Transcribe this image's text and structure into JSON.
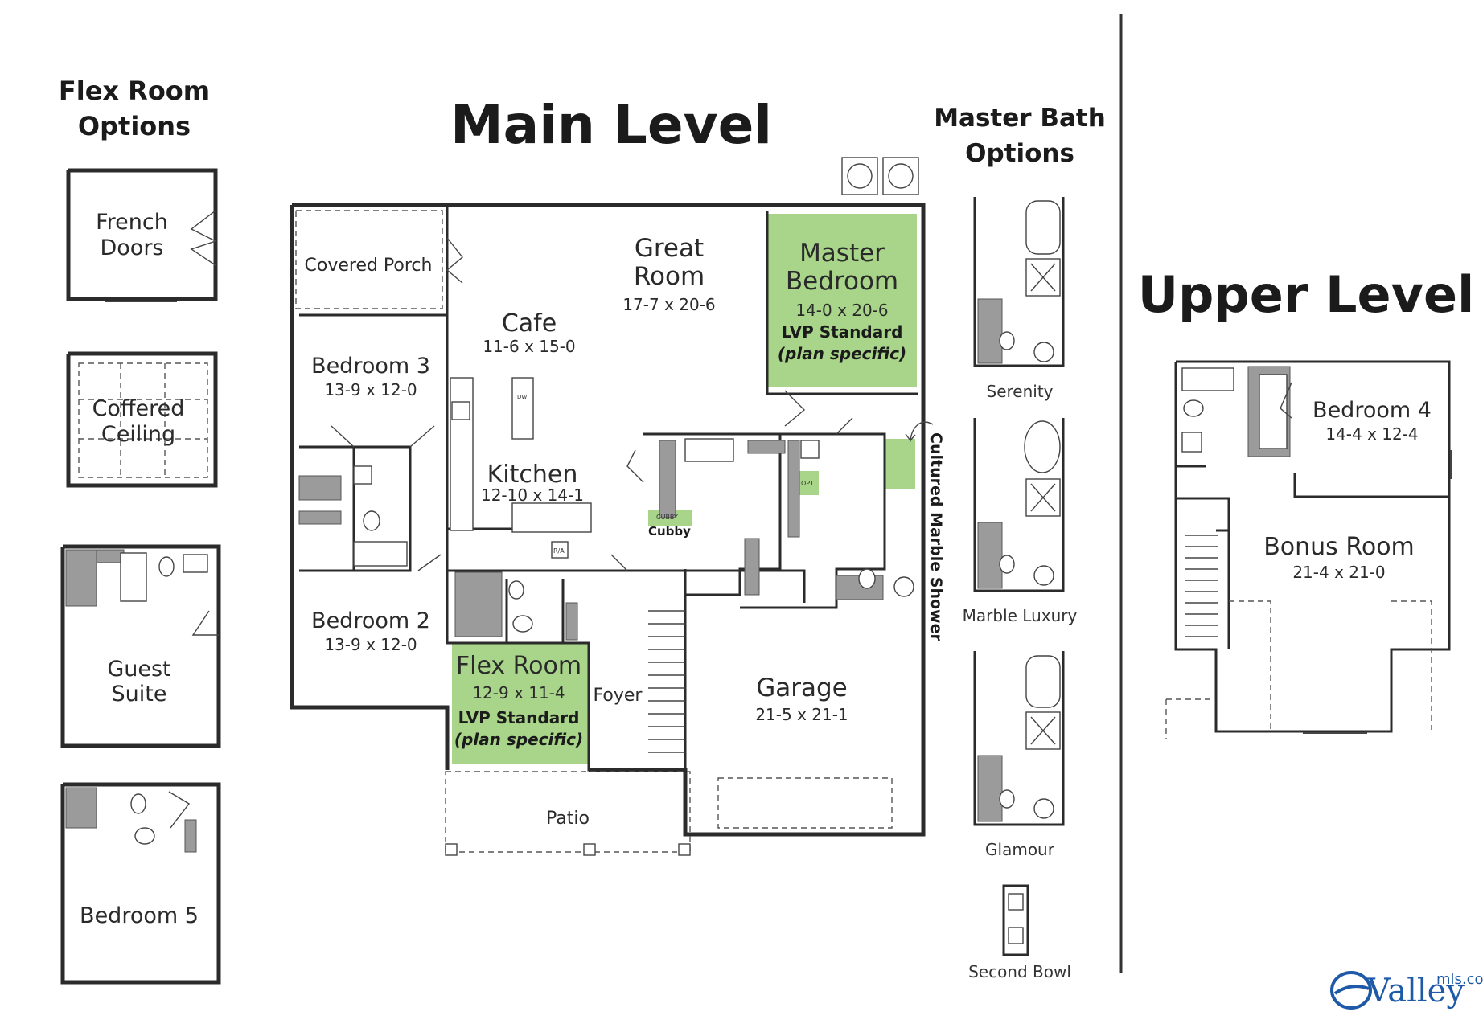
{
  "titles": {
    "flex_options": [
      "Flex Room",
      "Options"
    ],
    "main_level": "Main Level",
    "master_bath_options": [
      "Master Bath",
      "Options"
    ],
    "upper_level": "Upper Level"
  },
  "flex_options": [
    {
      "lines": [
        "French",
        "Doors"
      ]
    },
    {
      "lines": [
        "Coffered",
        "Ceiling"
      ]
    },
    {
      "lines": [
        "Guest",
        "Suite"
      ]
    },
    {
      "lines": [
        "Bedroom 5"
      ]
    }
  ],
  "main_rooms": {
    "covered_porch": "Covered Porch",
    "great_room": {
      "name": [
        "Great",
        "Room"
      ],
      "dim": "17-7 x 20-6"
    },
    "master_bedroom": {
      "name": [
        "Master",
        "Bedroom"
      ],
      "dim": "14-0 x 20-6",
      "note1": "LVP Standard",
      "note2": "(plan specific)"
    },
    "cafe": {
      "name": "Cafe",
      "dim": "11-6 x 15-0"
    },
    "bedroom3": {
      "name": "Bedroom 3",
      "dim": "13-9 x 12-0"
    },
    "kitchen": {
      "name": "Kitchen",
      "dim": "12-10 x 14-1"
    },
    "bedroom2": {
      "name": "Bedroom 2",
      "dim": "13-9 x 12-0"
    },
    "flex_room": {
      "name": "Flex Room",
      "dim": "12-9 x 11-4",
      "note1": "LVP Standard",
      "note2": "(plan specific)"
    },
    "foyer": "Foyer",
    "garage": {
      "name": "Garage",
      "dim": "21-5 x 21-1"
    },
    "patio": "Patio",
    "cubby": "Cubby",
    "cubby_small": "CUBBY",
    "opt": "OPT",
    "dw": "DW",
    "ra": "R/A",
    "shower_note": "Cultured Marble Shower"
  },
  "bath_options": [
    "Serenity",
    "Marble Luxury",
    "Glamour",
    "Second Bowl"
  ],
  "upper_rooms": {
    "bedroom4": {
      "name": "Bedroom 4",
      "dim": "14-4 x 12-4"
    },
    "bonus_room": {
      "name": "Bonus Room",
      "dim": "21-4 x 21-0"
    }
  },
  "watermark": "Valley",
  "watermark_domain": "mls.com",
  "colors": {
    "accent_green": "#a8d58a",
    "wall": "#2b2b2b",
    "wet_wall": "#9b9b9b"
  }
}
